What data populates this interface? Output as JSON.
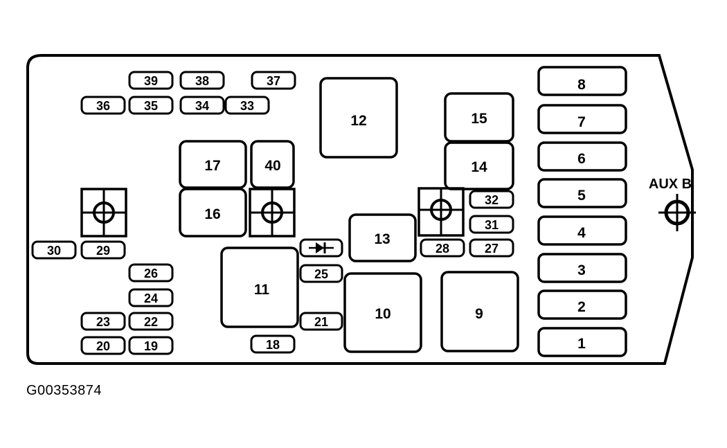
{
  "caption": "G00353874",
  "aux_label": "AUX B",
  "small_fuses": [
    "39",
    "38",
    "37",
    "36",
    "35",
    "34",
    "33",
    "30",
    "29",
    "26",
    "24",
    "23",
    "22",
    "20",
    "19",
    "18",
    "25",
    "21",
    "32",
    "31",
    "28",
    "27"
  ],
  "large_fuses": [
    "8",
    "7",
    "6",
    "5",
    "4",
    "3",
    "2",
    "1"
  ],
  "relays": [
    "12",
    "15",
    "14",
    "17",
    "40",
    "16",
    "13",
    "11",
    "10",
    "9"
  ]
}
